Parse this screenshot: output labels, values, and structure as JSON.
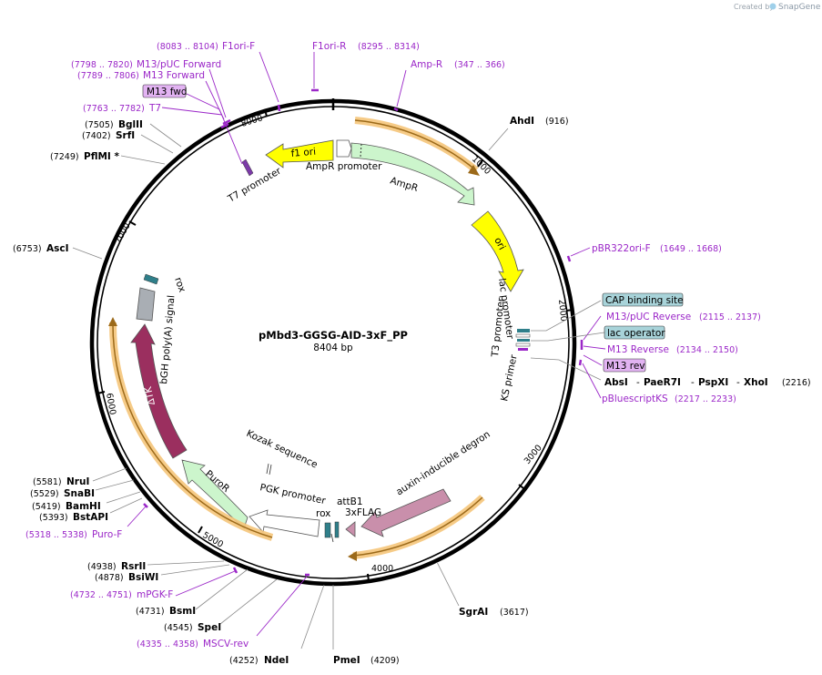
{
  "credit": {
    "created_by": "Created by",
    "app": "SnapGene"
  },
  "plasmid": {
    "name": "pMbd3-GGSG-AID-3xF_PP",
    "size": "8404 bp"
  },
  "ticks": [
    "1000",
    "2000",
    "3000",
    "4000",
    "5000",
    "6000",
    "7000",
    "8000"
  ],
  "sites": {
    "ahdi": {
      "name": "AhdI",
      "pos": "(916)"
    },
    "sgrai": {
      "name": "SgrAI",
      "pos": "(3617)"
    },
    "pmei": {
      "name": "PmeI",
      "pos": "(4209)"
    },
    "ndei": {
      "name": "NdeI",
      "pos": "(4252)"
    },
    "spei": {
      "name": "SpeI",
      "pos": "(4545)"
    },
    "bsmi": {
      "name": "BsmI",
      "pos": "(4731)"
    },
    "bsiwi": {
      "name": "BsiWI",
      "pos": "(4878)"
    },
    "rsrii": {
      "name": "RsrII",
      "pos": "(4938)"
    },
    "bstapi": {
      "name": "BstAPI",
      "pos": "(5393)"
    },
    "bamhi": {
      "name": "BamHI",
      "pos": "(5419)"
    },
    "snabi": {
      "name": "SnaBI",
      "pos": "(5529)"
    },
    "nrui": {
      "name": "NruI",
      "pos": "(5581)"
    },
    "asci": {
      "name": "AscI",
      "pos": "(6753)"
    },
    "pflmi": {
      "name": "PflMI *",
      "pos": "(7249)"
    },
    "srfi": {
      "name": "SrfI",
      "pos": "(7402)"
    },
    "bglii": {
      "name": "BglII",
      "pos": "(7505)"
    },
    "multi": {
      "name1": "AbsI",
      "name2": "PaeR7I",
      "name3": "PspXI",
      "name4": "XhoI",
      "sep": "-",
      "pos": "(2216)"
    }
  },
  "primers": {
    "f1ori_f": {
      "name": "F1ori-F",
      "pos": "(8083 .. 8104)"
    },
    "f1ori_r": {
      "name": "F1ori-R",
      "pos": "(8295 .. 8314)"
    },
    "amp_r": {
      "name": "Amp-R",
      "pos": "(347 .. 366)"
    },
    "m13_puc_fwd": {
      "name": "M13/pUC Forward",
      "pos": "(7798 .. 7820)"
    },
    "m13_fwd": {
      "name": "M13 Forward",
      "pos": "(7789 .. 7806)"
    },
    "m13_fwd_box": {
      "name": "M13 fwd"
    },
    "t7": {
      "name": "T7",
      "pos": "(7763 .. 7782)"
    },
    "pbr322ori_f": {
      "name": "pBR322ori-F",
      "pos": "(1649 .. 1668)"
    },
    "m13_puc_rev": {
      "name": "M13/pUC Reverse",
      "pos": "(2115 .. 2137)"
    },
    "m13_rev": {
      "name": "M13 Reverse",
      "pos": "(2134 .. 2150)"
    },
    "m13_rev_box": {
      "name": "M13 rev"
    },
    "pbluescriptks": {
      "name": "pBluescriptKS",
      "pos": "(2217 .. 2233)"
    },
    "puro_f": {
      "name": "Puro-F",
      "pos": "(5318 .. 5338)"
    },
    "mpgk_f": {
      "name": "mPGK-F",
      "pos": "(4732 .. 4751)"
    },
    "mscv_rev": {
      "name": "MSCV-rev",
      "pos": "(4335 .. 4358)"
    }
  },
  "boxed_features": {
    "cap": {
      "name": "CAP binding site"
    },
    "lac_op": {
      "name": "lac operator"
    }
  },
  "features": {
    "f1_ori": "f1 ori",
    "ampr_promoter": "AmpR promoter",
    "ampr": "AmpR",
    "ori": "ori",
    "lac_promoter": "lac promoter",
    "t3_promoter": "T3 promoter",
    "ks_primer": "KS primer",
    "aid": "auxin-inducible degron",
    "attb1": "attB1",
    "flag": "3xFLAG",
    "rox1": "rox",
    "pgk_promoter": "PGK promoter",
    "kozak": "Kozak sequence",
    "puror": "PuroR",
    "dtk": "ΔTK",
    "bgh": "bGH poly(A) signal",
    "rox2": "rox",
    "t7_promoter": "T7 promoter"
  },
  "colors": {
    "f1_ori": "#ffff00",
    "ori": "#ffff00",
    "ampr": "#ccf5cc",
    "puror": "#ccf5cc",
    "aid": "#c98fab",
    "dtk": "#9b2f5f",
    "bgh": "#a9aeb4",
    "rox": "#2f7f8a",
    "primer": "#9b27c8",
    "primer_box": "#e2b3f2",
    "feature_box": "#a8d3d9",
    "highlight": "#f5c57a"
  }
}
